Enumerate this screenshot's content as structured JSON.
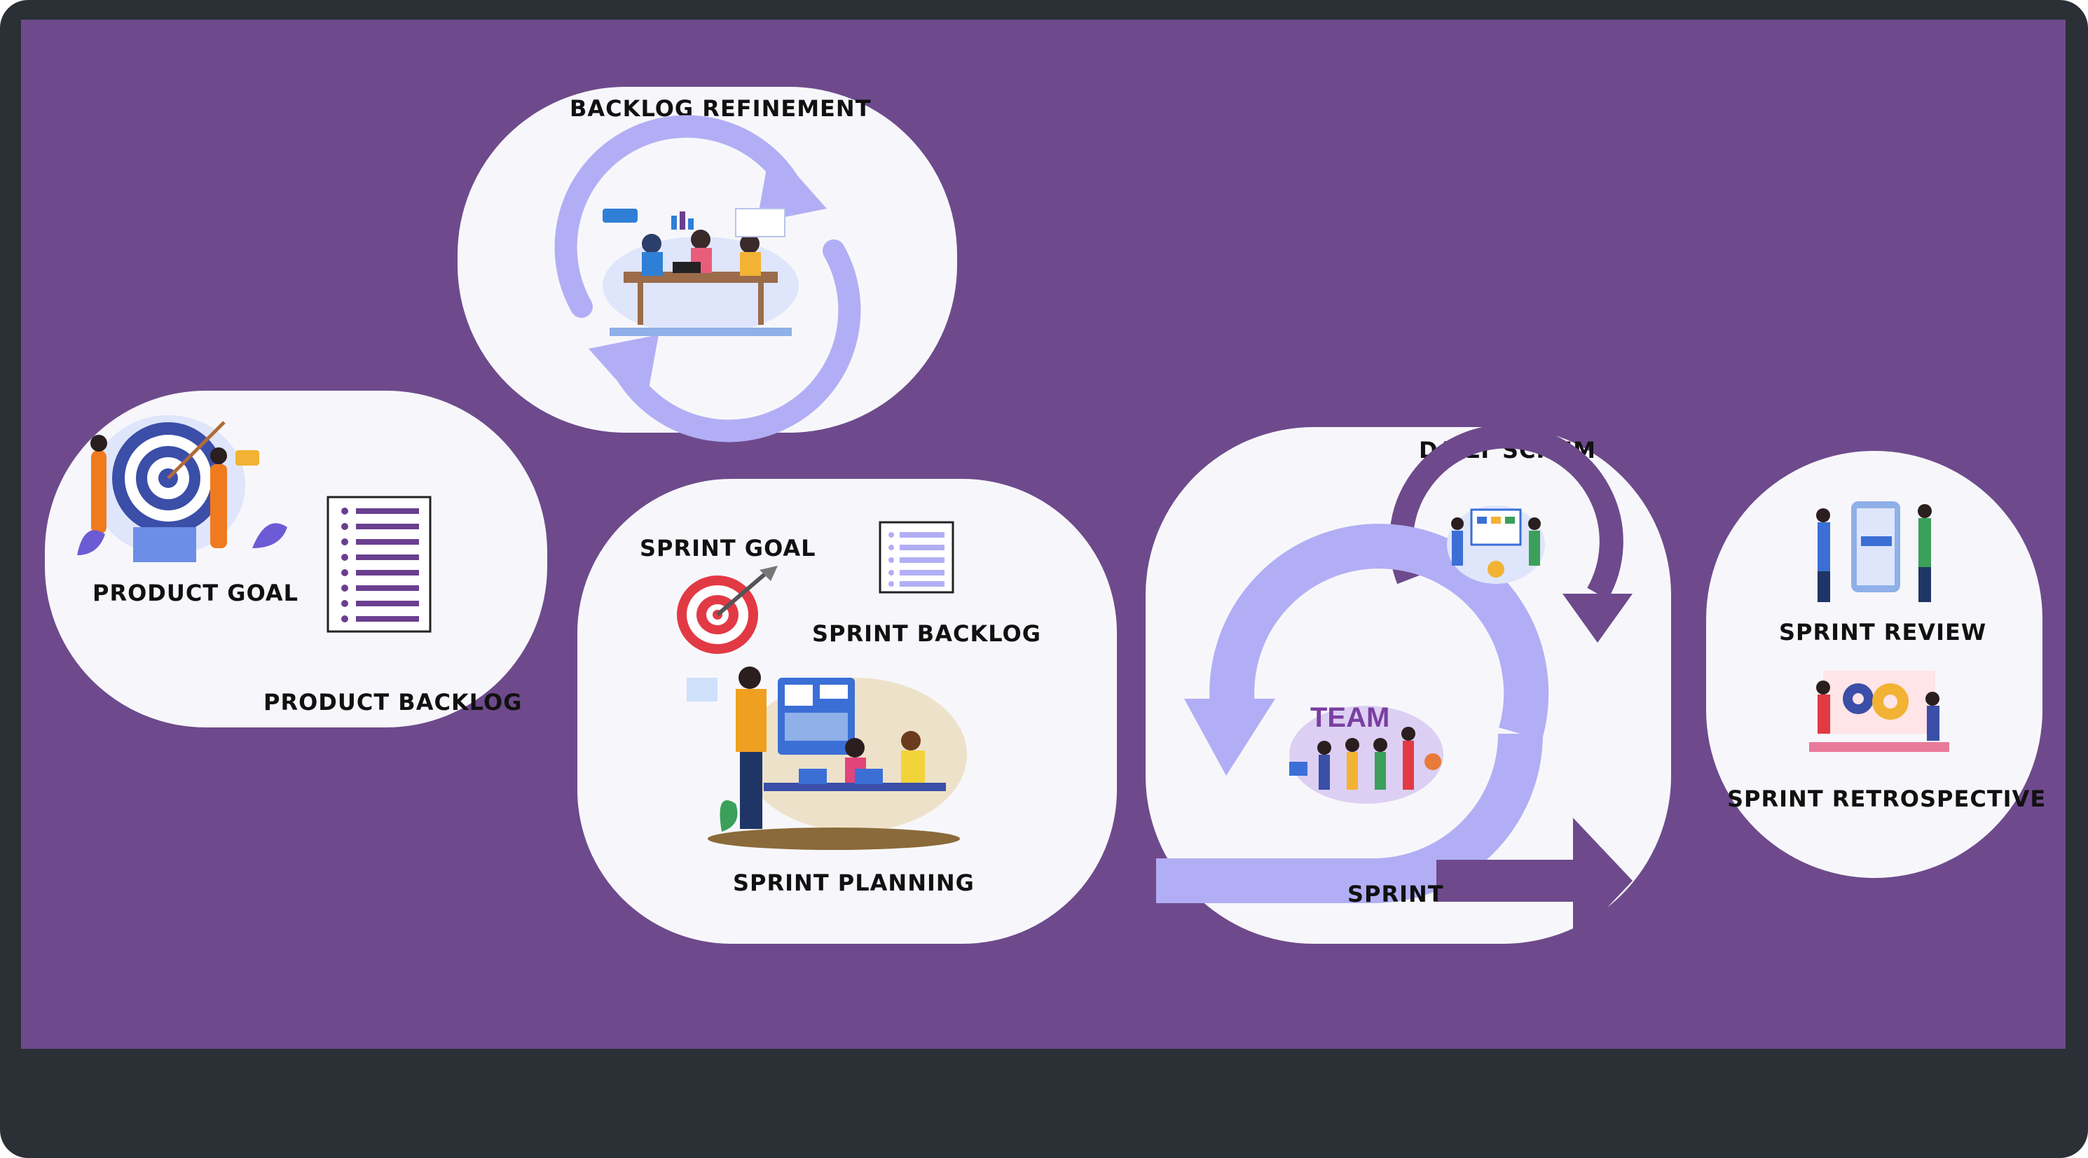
{
  "diagram": {
    "colors": {
      "frame": "#2a3036",
      "canvas": "#6e4a8c",
      "bubble": "#f7f7fb",
      "arrow": "#b2aef5",
      "list": "#6a3f8f",
      "target_red": "#e23a45"
    },
    "labels": {
      "backlog_refinement": "BACKLOG REFINEMENT",
      "product_goal": "PRODUCT GOAL",
      "product_backlog": "PRODUCT BACKLOG",
      "sprint_goal": "SPRINT GOAL",
      "sprint_backlog": "SPRINT BACKLOG",
      "sprint_planning": "SPRINT PLANNING",
      "daily_scrum": "DAILY SCRUM",
      "sprint": "SPRINT",
      "sprint_review": "SPRINT REVIEW",
      "sprint_retrospective": "SPRINT RETROSPECTIVE",
      "team_word": "TEAM"
    },
    "icons": [
      "refresh-cycle-icon",
      "target-icon",
      "document-list-icon",
      "scrum-loop-icon"
    ]
  }
}
